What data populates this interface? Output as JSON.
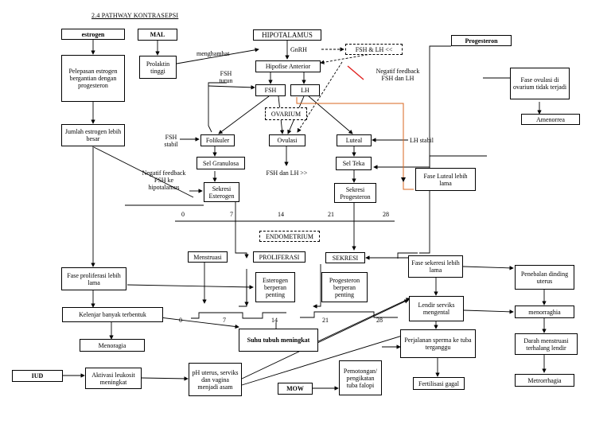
{
  "title": "2.4 PATHWAY KONTRASEPSI",
  "boxes": {
    "estrogen": "estrogen",
    "mal": "MAL",
    "hipotalamus": "HIPOTALAMUS",
    "fsh_lh_low": "FSH & LH <<",
    "progesteron": "Progesteron",
    "pelepasan": "Pelepasan estrogen bergantian dengan progesteron",
    "prolaktin": "Prolaktin tinggi",
    "hipofise": "Hipofise Anterior",
    "fase_ovulasi": "Fase ovulasi di ovarium tidak terjadi",
    "fsh": "FSH",
    "lh": "LH",
    "amenorrea": "Amenorrea",
    "ovarium": "OVARIUM",
    "jumlah_estrogen": "Jumlah estrogen lebih besar",
    "folikuler": "Folikuler",
    "ovulasi": "Ovulasi",
    "luteal": "Luteal",
    "sel_granulosa": "Sel Granulosa",
    "fsh_lh_high": "FSH dan LH >>",
    "sel_teka": "Sel Teka",
    "fase_luteal": "Fase Luteal lebih lama",
    "sekresi_estrogen": "Sekresi Esterogen",
    "sekresi_progesteron": "Sekresi Progesteron",
    "endometrium": "ENDOMETRIUM",
    "menstruasi": "Menstruasi",
    "proliferasi": "PROLIFERASI",
    "sekresi": "SEKRESI",
    "fase_sekresi": "Fase sekeresi lebih lama",
    "fase_proliferasi": "Fase proliferasi lebih lama",
    "esterogen_penting": "Esterogen berperan penting",
    "progesteron_penting": "Progesteron berperan penting",
    "penebalan": "Penebalan dinding uterus",
    "lendir": "Lendir serviks mengental",
    "kelenjar": "Kelenjar banyak terbentuk",
    "menorraghia": "menorraghia",
    "suhu": "Suhu tubuh meningkat",
    "perjalanan": "Perjalanan sperma ke tuba terganggu",
    "menoragia": "Menoragia",
    "darah": "Darah menstruasi terhalang lendir",
    "iud": "IUD",
    "aktivasi": "Aktivasi leukosit meningkat",
    "ph": "pH uterus, serviks dan vagina menjadi asam",
    "mow": "MOW",
    "pemotongan": "Pemotongan/ pengikatan tuba falopi",
    "fertilisasi": "Fertilisasi gagal",
    "metrorrhagia": "Metrorrhagia"
  },
  "labels": {
    "menghambat": "menghambat",
    "gnrh": "GnRH",
    "negatif_fsh_lh": "Negatif feedback FSH dan LH",
    "fsh_turun": "FSH turun",
    "fsh_stabil": "FSH stabil",
    "lh_stabil": "LH stabil",
    "negatif_hipo": "Negatif feedback FSH ke hipotalamus"
  },
  "timeline1": [
    "0",
    "7",
    "14",
    "21",
    "28"
  ],
  "timeline2": [
    "0",
    "7",
    "14",
    "21",
    "28"
  ],
  "colors": {
    "line": "#000000",
    "orange": "#d9661f",
    "red": "#e0201e"
  }
}
